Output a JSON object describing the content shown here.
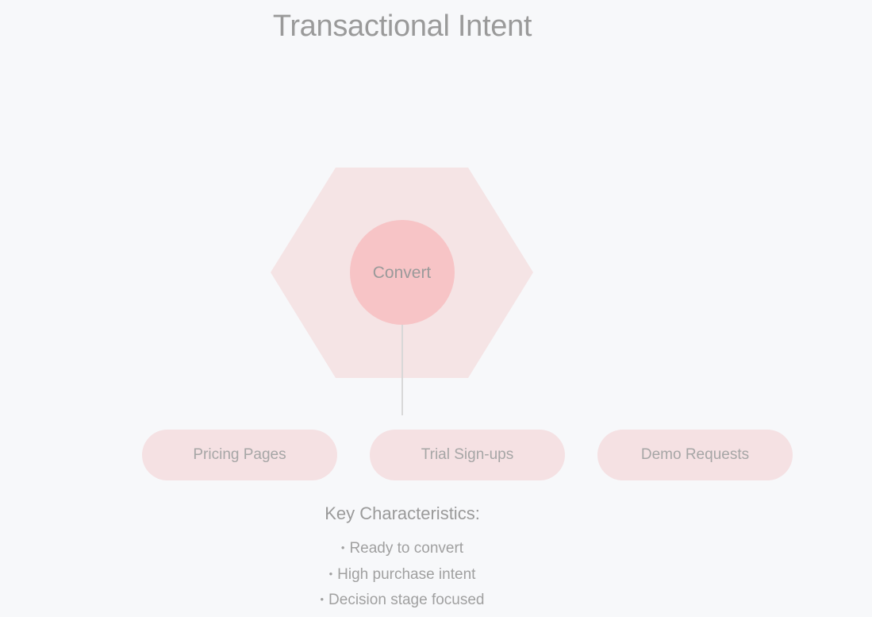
{
  "title": "Transactional Intent",
  "hub": {
    "label": "Convert"
  },
  "nodes": [
    {
      "label": "Pricing Pages"
    },
    {
      "label": "Trial Sign-ups"
    },
    {
      "label": "Demo Requests"
    }
  ],
  "characteristics": {
    "heading": "Key Characteristics:",
    "bullet": "•",
    "items": [
      "Ready to convert",
      "High purchase intent",
      "Decision stage focused"
    ]
  },
  "colors": {
    "background": "#f7f8fa",
    "hexagon": "#f5e4e5",
    "hub": "#f7c4c6",
    "pill": "#f5e1e3",
    "connector": "#d8d8d8",
    "text": "#9a9a9a"
  }
}
